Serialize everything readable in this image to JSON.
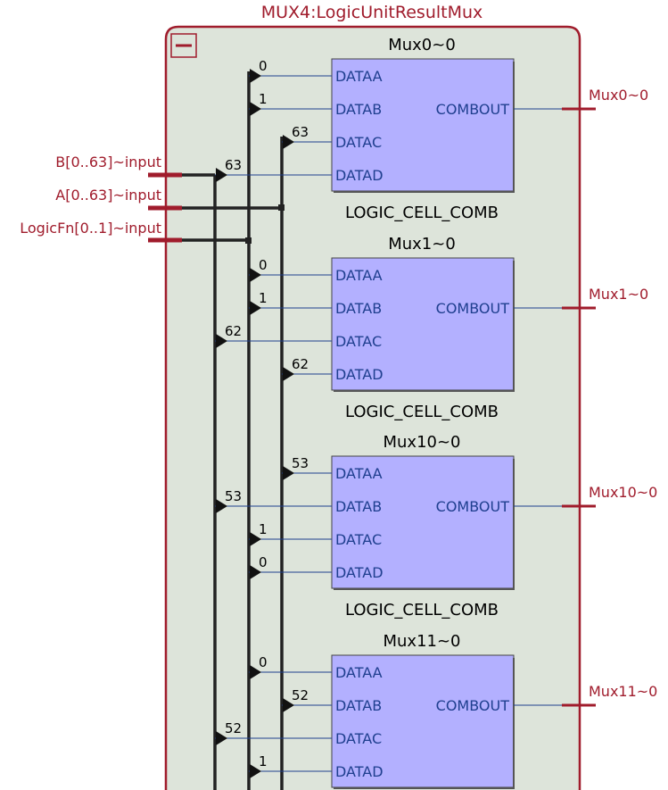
{
  "module": {
    "title": "MUX4:LogicUnitResultMux",
    "collapse_icon": "minus-icon"
  },
  "inputs": [
    {
      "label": "B[0..63]~input"
    },
    {
      "label": "A[0..63]~input"
    },
    {
      "label": "LogicFn[0..1]~input"
    }
  ],
  "cells": [
    {
      "name": "Mux0~0",
      "type": "LOGIC_CELL_COMB",
      "output_label": "COMBOUT",
      "output_port": "Mux0~0",
      "pins": [
        {
          "pin": "DATAA",
          "bit": "0",
          "bus": "LogicFn"
        },
        {
          "pin": "DATAB",
          "bit": "1",
          "bus": "LogicFn"
        },
        {
          "pin": "DATAC",
          "bit": "63",
          "bus": "A"
        },
        {
          "pin": "DATAD",
          "bit": "63",
          "bus": "B"
        }
      ]
    },
    {
      "name": "Mux1~0",
      "type": "LOGIC_CELL_COMB",
      "output_label": "COMBOUT",
      "output_port": "Mux1~0",
      "pins": [
        {
          "pin": "DATAA",
          "bit": "0",
          "bus": "LogicFn"
        },
        {
          "pin": "DATAB",
          "bit": "1",
          "bus": "LogicFn"
        },
        {
          "pin": "DATAC",
          "bit": "62",
          "bus": "B"
        },
        {
          "pin": "DATAD",
          "bit": "62",
          "bus": "A"
        }
      ]
    },
    {
      "name": "Mux10~0",
      "type": "LOGIC_CELL_COMB",
      "output_label": "COMBOUT",
      "output_port": "Mux10~0",
      "pins": [
        {
          "pin": "DATAA",
          "bit": "53",
          "bus": "A"
        },
        {
          "pin": "DATAB",
          "bit": "53",
          "bus": "B"
        },
        {
          "pin": "DATAC",
          "bit": "1",
          "bus": "LogicFn"
        },
        {
          "pin": "DATAD",
          "bit": "0",
          "bus": "LogicFn"
        }
      ]
    },
    {
      "name": "Mux11~0",
      "type": "LOGIC_CELL_COMB",
      "output_label": "COMBOUT",
      "output_port": "Mux11~0",
      "pins": [
        {
          "pin": "DATAA",
          "bit": "0",
          "bus": "LogicFn"
        },
        {
          "pin": "DATAB",
          "bit": "52",
          "bus": "A"
        },
        {
          "pin": "DATAC",
          "bit": "52",
          "bus": "B"
        },
        {
          "pin": "DATAD",
          "bit": "1",
          "bus": "LogicFn"
        }
      ]
    }
  ],
  "colors": {
    "module_border": "#a01c2c",
    "module_fill": "#dde4da",
    "cell_fill": "#b3b0ff",
    "wire": "#1f3f8f",
    "bus": "#222222",
    "port": "#a01c2c"
  }
}
